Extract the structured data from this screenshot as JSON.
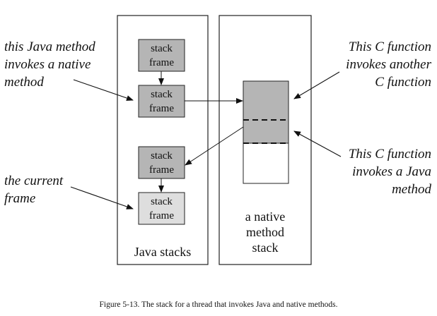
{
  "annotations": {
    "java_invokes_native": "this Java method\ninvokes a native\nmethod",
    "current_frame": "the current\nframe",
    "c_invokes_c": "This C function\ninvokes another\nC function",
    "c_invokes_java": "This C function\ninvokes a Java\nmethod"
  },
  "java_stacks": {
    "label": "Java stacks",
    "frames": [
      "stack\nframe",
      "stack\nframe",
      "stack\nframe",
      "stack\nframe"
    ]
  },
  "native_stack": {
    "label": "a native\nmethod\nstack"
  },
  "caption": "Figure 5-13. The stack for a thread that invokes Java and native methods.",
  "colors": {
    "frame_fill_dark": "#b5b5b5",
    "frame_fill_light": "#dedede",
    "stroke": "#222222"
  }
}
